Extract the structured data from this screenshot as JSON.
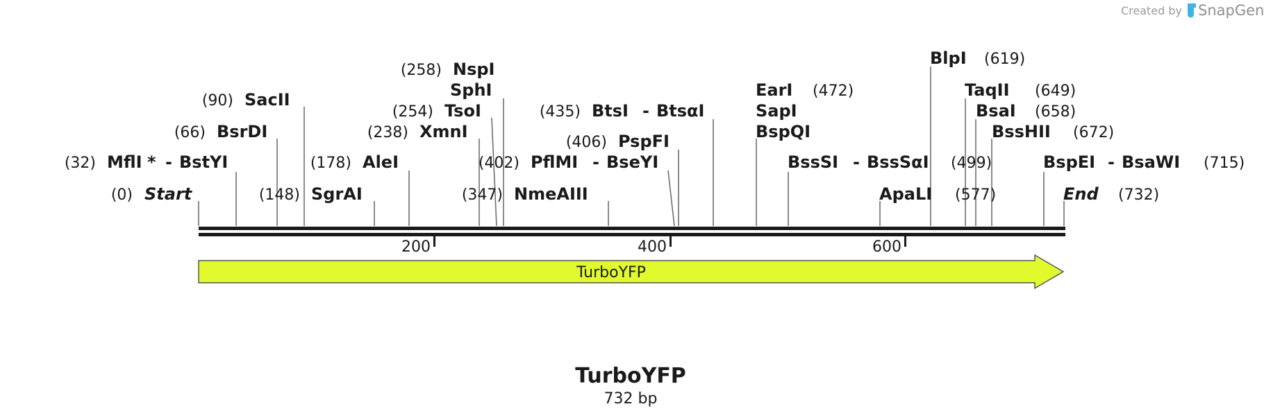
{
  "credit": {
    "prefix": "Created by",
    "brand": "SnapGene"
  },
  "sequence": {
    "name": "TurboYFP",
    "length_label": "732 bp",
    "length": 732
  },
  "feature": {
    "label": "TurboYFP",
    "color": "#e1fa2d",
    "start": 0,
    "end": 732
  },
  "axis_ticks": [
    "200",
    "400",
    "600"
  ],
  "markers": [
    {
      "pos": "(0)",
      "name": "Start",
      "loc": 0
    },
    {
      "pos": "(732)",
      "name": "End",
      "loc": 732
    }
  ],
  "sites": [
    {
      "pos": "(32)",
      "name": "MflI",
      "star": "*",
      "alt": "BstYI",
      "loc": 32
    },
    {
      "pos": "(66)",
      "name": "BsrDI",
      "loc": 66
    },
    {
      "pos": "(90)",
      "name": "SacII",
      "loc": 90
    },
    {
      "pos": "(148)",
      "name": "SgrAI",
      "loc": 148
    },
    {
      "pos": "(178)",
      "name": "AleI",
      "loc": 178
    },
    {
      "pos": "(238)",
      "name": "XmnI",
      "loc": 238
    },
    {
      "pos": "(254)",
      "name": "TsoI",
      "loc": 254
    },
    {
      "name": "SphI",
      "loc": 258
    },
    {
      "pos": "(258)",
      "name": "NspI",
      "loc": 258
    },
    {
      "pos": "(347)",
      "name": "NmeAIII",
      "loc": 347
    },
    {
      "pos": "(402)",
      "name": "PflMI",
      "alt": "BseYI",
      "loc": 402
    },
    {
      "pos": "(406)",
      "name": "PspFI",
      "loc": 406
    },
    {
      "pos": "(435)",
      "name": "BtsI",
      "alt": "BtsαI",
      "loc": 435
    },
    {
      "name": "BspQI",
      "loc": 472
    },
    {
      "name": "SapI",
      "loc": 472
    },
    {
      "name": "EarI",
      "pos": "(472)",
      "loc": 472
    },
    {
      "name": "BssSI",
      "alt": "BssSαI",
      "pos": "(499)",
      "loc": 499
    },
    {
      "name": "ApaLI",
      "pos": "(577)",
      "loc": 577
    },
    {
      "name": "BlpI",
      "pos": "(619)",
      "loc": 619
    },
    {
      "name": "TaqII",
      "pos": "(649)",
      "loc": 649
    },
    {
      "name": "BsaI",
      "pos": "(658)",
      "loc": 658
    },
    {
      "name": "BssHII",
      "pos": "(672)",
      "loc": 672
    },
    {
      "name": "BspEI",
      "alt": "BsaWI",
      "pos": "(715)",
      "loc": 715
    }
  ]
}
